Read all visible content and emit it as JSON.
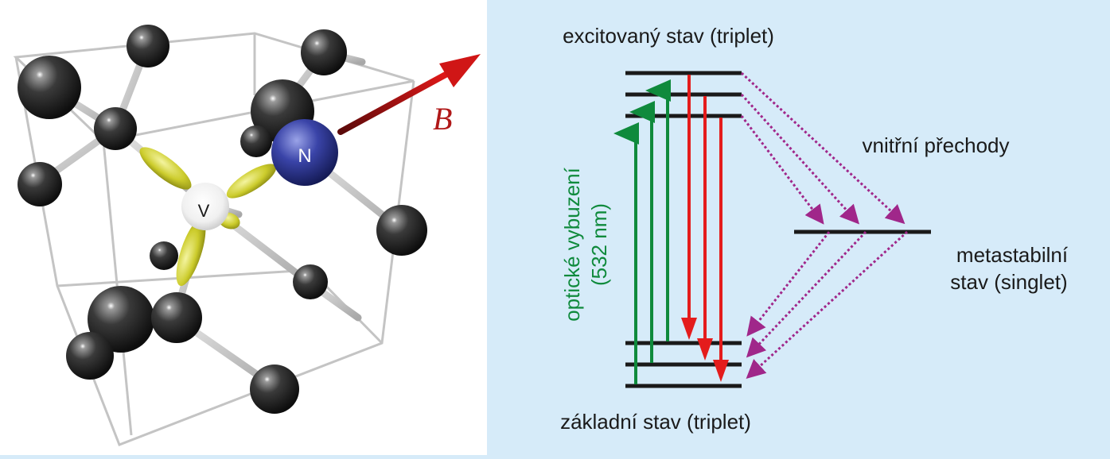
{
  "crystal": {
    "vacancy_label": "V",
    "nitrogen_label": "N",
    "field_label": "B"
  },
  "energy_diagram": {
    "excited_state_label": "excitovaný stav (triplet)",
    "ground_state_label": "základní stav (triplet)",
    "internal_transitions_label": "vnitřní přechody",
    "metastable_label_line1": "metastabilní",
    "metastable_label_line2": "stav (singlet)",
    "excitation_label_line1": "optické vybuzení",
    "excitation_label_line2": "(532 nm)"
  },
  "colors": {
    "background": "#d6ebf9",
    "level_line": "#1a1a1a",
    "excitation_arrow": "#0f8a3c",
    "emission_arrow": "#e41c1c",
    "nonradiative_arrow": "#a0278a",
    "field_arrow": "#b01818",
    "nitrogen_atom": "#2a3590",
    "carbon_atom": "#2b2b2b",
    "orbital": "#d9d93a"
  }
}
